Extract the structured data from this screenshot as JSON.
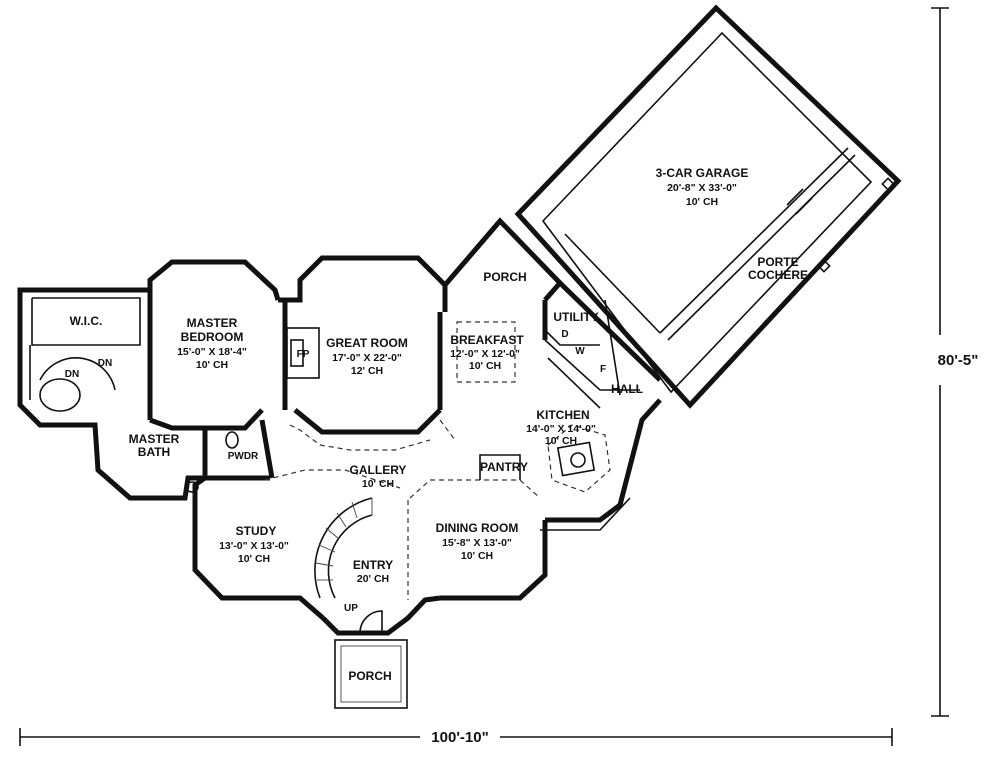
{
  "rooms": {
    "garage": {
      "name": "3-CAR GARAGE",
      "size": "20'-8\" X 33'-0\"",
      "ceiling": "10' CH"
    },
    "porte_cochere": {
      "line1": "PORTE",
      "line2": "COCHERE"
    },
    "porch_rear": {
      "name": "PORCH"
    },
    "utility": {
      "name": "UTILITY",
      "d": "D",
      "w": "W",
      "f": "F"
    },
    "hall": {
      "name": "HALL"
    },
    "breakfast": {
      "name": "BREAKFAST",
      "size": "12'-0\" X 12'-0\"",
      "ceiling": "10' CH"
    },
    "kitchen": {
      "name": "KITCHEN",
      "size": "14'-0\" X 14'-0\"",
      "ceiling": "10' CH"
    },
    "pantry": {
      "name": "PANTRY"
    },
    "dining": {
      "name": "DINING ROOM",
      "size": "15'-8\" X 13'-0\"",
      "ceiling": "10' CH"
    },
    "great_room": {
      "name": "GREAT ROOM",
      "size": "17'-0\" X 22'-0\"",
      "ceiling": "12' CH",
      "fp": "FP"
    },
    "gallery": {
      "name": "GALLERY",
      "ceiling": "10' CH"
    },
    "entry": {
      "name": "ENTRY",
      "ceiling": "20' CH",
      "up": "UP"
    },
    "porch_front": {
      "name": "PORCH"
    },
    "study": {
      "name": "STUDY",
      "size": "13'-0\" X 13'-0\"",
      "ceiling": "10' CH"
    },
    "master_bedroom": {
      "line1": "MASTER",
      "line2": "BEDROOM",
      "size": "15'-0\" X 18'-4\"",
      "ceiling": "10' CH"
    },
    "master_bath": {
      "line1": "MASTER",
      "line2": "BATH"
    },
    "pwdr": {
      "name": "PWDR"
    },
    "wic": {
      "name": "W.I.C."
    },
    "dn1": {
      "name": "DN"
    },
    "dn2": {
      "name": "DN"
    }
  },
  "dimensions": {
    "width": "100'-10\"",
    "depth": "80'-5\""
  }
}
